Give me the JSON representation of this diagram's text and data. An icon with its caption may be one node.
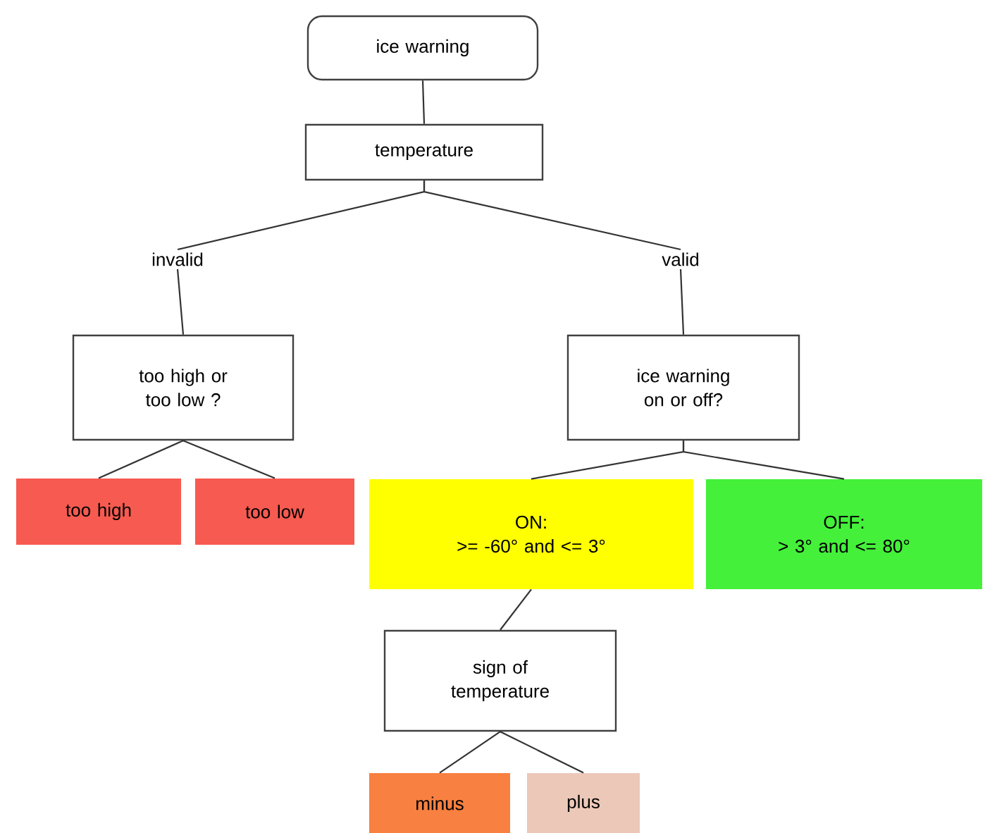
{
  "diagram": {
    "nodes": [
      {
        "text": [
          "ice warning"
        ]
      },
      {
        "text": [
          "temperature"
        ]
      },
      {
        "text": [
          "invalid"
        ]
      },
      {
        "text": [
          "valid"
        ]
      },
      {
        "text": [
          "too high or too low ?"
        ]
      },
      {
        "text": [
          "ice warning on or off?"
        ]
      },
      {
        "text": [
          "too high"
        ]
      },
      {
        "text": [
          "too low"
        ]
      },
      {
        "text": [
          "ON:",
          ">= -60° and <= 3°"
        ]
      },
      {
        "text": [
          "OFF:",
          "> 3° and <= 80°"
        ]
      },
      {
        "text": [
          "sign of temperature"
        ]
      },
      {
        "text": [
          "minus"
        ]
      },
      {
        "text": [
          "plus"
        ]
      }
    ],
    "edges": [
      {
        "from": 0,
        "to": 1,
        "arrow": "none"
      },
      {
        "from": 1,
        "to": 2,
        "arrow": "none"
      },
      {
        "from": 1,
        "to": 3,
        "arrow": "none"
      },
      {
        "from": 2,
        "to": 4,
        "arrow": "none"
      },
      {
        "from": 3,
        "to": 5,
        "arrow": "none"
      },
      {
        "from": 4,
        "to": 6,
        "arrow": "none"
      },
      {
        "from": 4,
        "to": 7,
        "arrow": "none"
      },
      {
        "from": 5,
        "to": 8,
        "arrow": "none"
      },
      {
        "from": 5,
        "to": 9,
        "arrow": "none"
      },
      {
        "from": 8,
        "to": 10,
        "arrow": "none"
      },
      {
        "from": 10,
        "to": 11,
        "arrow": "none"
      },
      {
        "from": 10,
        "to": 12,
        "arrow": "none"
      }
    ]
  }
}
